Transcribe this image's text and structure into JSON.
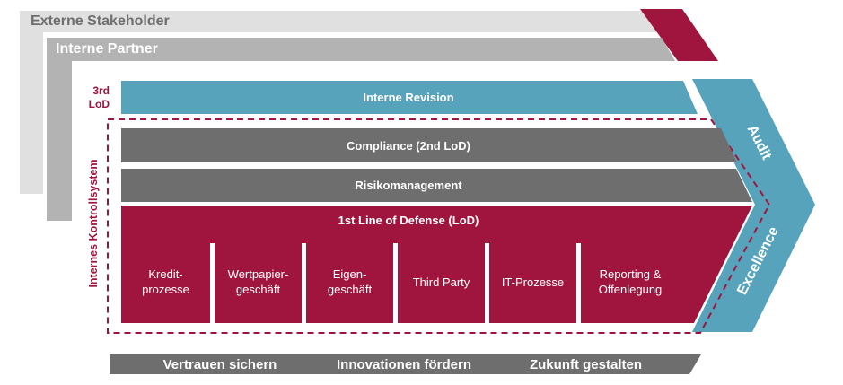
{
  "title": "",
  "colors": {
    "light_gray": "#e0e0e0",
    "mid_gray": "#b3b3b3",
    "dark_gray": "#6e6e6e",
    "teal": "#57a3bc",
    "crimson": "#a0153e",
    "white": "#ffffff"
  },
  "bands": {
    "external": "Externe Stakeholder",
    "internal": "Interne Partner"
  },
  "third_lod": {
    "line1": "3rd",
    "line2": "LoD"
  },
  "internal_control_label": "Internes Kontrollsystem",
  "bars": {
    "revision": "Interne Revision",
    "compliance": "Compliance (2nd LoD)",
    "risk": "Risikomanagement",
    "first_lod": "1st Line of Defense (LoD)"
  },
  "first_lod_boxes": [
    {
      "line1": "Kredit-",
      "line2": "prozesse"
    },
    {
      "line1": "Wertpapier-",
      "line2": "geschäft"
    },
    {
      "line1": "Eigen-",
      "line2": "geschäft"
    },
    {
      "line1": "Third Party",
      "line2": ""
    },
    {
      "line1": "IT-Prozesse",
      "line2": ""
    },
    {
      "line1": "Reporting &",
      "line2": "Offenlegung"
    }
  ],
  "audit_arrow": {
    "top": "Audit",
    "bottom": "Excellence"
  },
  "footer": {
    "items": [
      "Vertrauen sichern",
      "Innovationen fördern",
      "Zukunft gestalten"
    ]
  }
}
